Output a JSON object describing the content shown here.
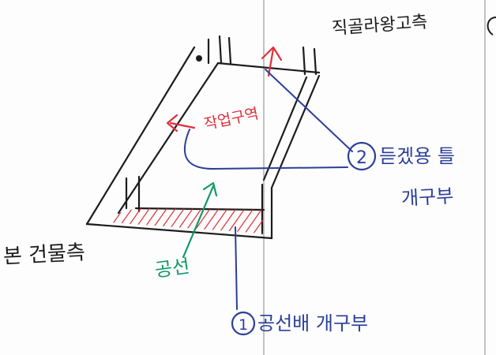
{
  "labels": {
    "top_right_side": "직골라왕고측",
    "main_building_side": "본 건물측",
    "work_area": "작업구역",
    "duct": "공선",
    "item1_text": "공선배 개구부",
    "item2_line1": "듣겠용 틀",
    "item2_line2": "개구부"
  },
  "markers": {
    "item1": "1",
    "item2": "2"
  },
  "colors": {
    "outline": "#1c1c1c",
    "work_area": "#e0303a",
    "duct": "#0f9a66",
    "callout": "#2b3f9a",
    "page_rule": "#9a9a9a"
  }
}
